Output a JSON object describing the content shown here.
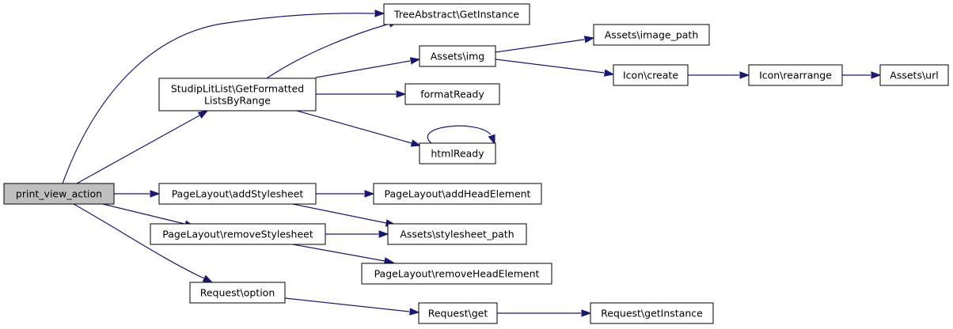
{
  "graph": {
    "nodes": {
      "print_view_action": {
        "label": [
          "print_view_action"
        ],
        "root": true
      },
      "getFormatted": {
        "label": [
          "StudipLitList\\GetFormatted",
          "ListsByRange"
        ]
      },
      "treeGetInstance": {
        "label": [
          "TreeAbstract\\GetInstance"
        ]
      },
      "assetsImg": {
        "label": [
          "Assets\\img"
        ]
      },
      "assetsImagePath": {
        "label": [
          "Assets\\image_path"
        ]
      },
      "iconCreate": {
        "label": [
          "Icon\\create"
        ]
      },
      "iconRearrange": {
        "label": [
          "Icon\\rearrange"
        ]
      },
      "assetsUrl": {
        "label": [
          "Assets\\url"
        ]
      },
      "formatReady": {
        "label": [
          "formatReady"
        ]
      },
      "htmlReady": {
        "label": [
          "htmlReady"
        ]
      },
      "addStylesheet": {
        "label": [
          "PageLayout\\addStylesheet"
        ]
      },
      "addHeadElement": {
        "label": [
          "PageLayout\\addHeadElement"
        ]
      },
      "removeStylesheet": {
        "label": [
          "PageLayout\\removeStylesheet"
        ]
      },
      "stylesheetPath": {
        "label": [
          "Assets\\stylesheet_path"
        ]
      },
      "removeHeadElement": {
        "label": [
          "PageLayout\\removeHeadElement"
        ]
      },
      "requestOption": {
        "label": [
          "Request\\option"
        ]
      },
      "requestGet": {
        "label": [
          "Request\\get"
        ]
      },
      "requestGetInstance": {
        "label": [
          "Request\\getInstance"
        ]
      }
    },
    "edges": [
      [
        "print_view_action",
        "treeGetInstance"
      ],
      [
        "print_view_action",
        "getFormatted"
      ],
      [
        "print_view_action",
        "addStylesheet"
      ],
      [
        "print_view_action",
        "removeStylesheet"
      ],
      [
        "print_view_action",
        "requestOption"
      ],
      [
        "getFormatted",
        "treeGetInstance"
      ],
      [
        "getFormatted",
        "assetsImg"
      ],
      [
        "getFormatted",
        "formatReady"
      ],
      [
        "getFormatted",
        "htmlReady"
      ],
      [
        "assetsImg",
        "assetsImagePath"
      ],
      [
        "assetsImg",
        "iconCreate"
      ],
      [
        "iconCreate",
        "iconRearrange"
      ],
      [
        "iconRearrange",
        "assetsUrl"
      ],
      [
        "htmlReady",
        "htmlReady"
      ],
      [
        "addStylesheet",
        "addHeadElement"
      ],
      [
        "addStylesheet",
        "stylesheetPath"
      ],
      [
        "removeStylesheet",
        "stylesheetPath"
      ],
      [
        "removeStylesheet",
        "removeHeadElement"
      ],
      [
        "requestOption",
        "requestGet"
      ],
      [
        "requestGet",
        "requestGetInstance"
      ]
    ],
    "colors": {
      "edge": "#191970",
      "root_fill": "#bfbfbf",
      "node_fill": "#ffffff",
      "node_border": "#000000"
    }
  }
}
